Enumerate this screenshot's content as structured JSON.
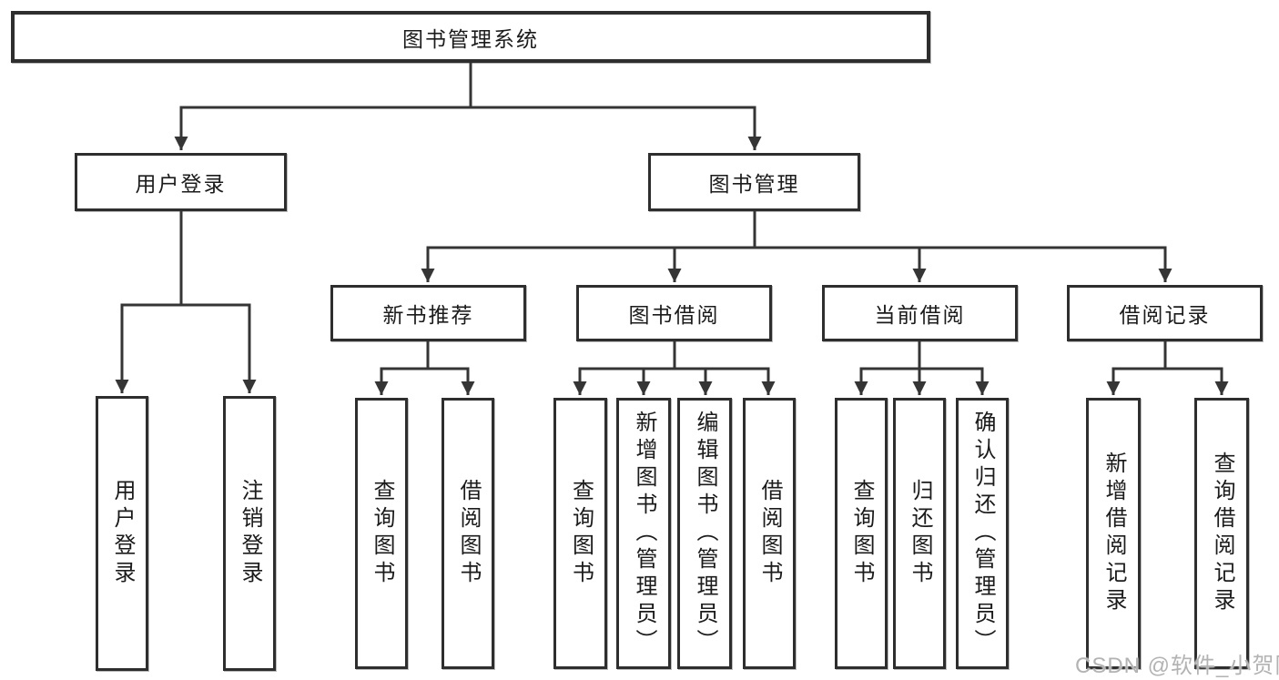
{
  "root": {
    "label": "图书管理系统"
  },
  "user_login": {
    "label": "用户登录",
    "children": [
      {
        "label": "用户登录"
      },
      {
        "label": "注销登录"
      }
    ]
  },
  "book_mgmt": {
    "label": "图书管理",
    "children": [
      {
        "label": "新书推荐",
        "children": [
          {
            "label": "查询图书"
          },
          {
            "label": "借阅图书"
          }
        ]
      },
      {
        "label": "图书借阅",
        "children": [
          {
            "label": "查询图书"
          },
          {
            "label": "新增图书（管理员）"
          },
          {
            "label": "编辑图书（管理员）"
          },
          {
            "label": "借阅图书"
          }
        ]
      },
      {
        "label": "当前借阅",
        "children": [
          {
            "label": "查询图书"
          },
          {
            "label": "归还图书"
          },
          {
            "label": "确认归还（管理员）"
          }
        ]
      },
      {
        "label": "借阅记录",
        "children": [
          {
            "label": "新增借阅记录"
          },
          {
            "label": "查询借阅记录"
          }
        ]
      }
    ]
  },
  "watermark": "CSDN @软件_小贺同学",
  "colors": {
    "line": "#353535",
    "border": "#2e2e2e",
    "text": "#1b1b1b",
    "watermark": "#b3b3b3",
    "background": "#ffffff"
  }
}
